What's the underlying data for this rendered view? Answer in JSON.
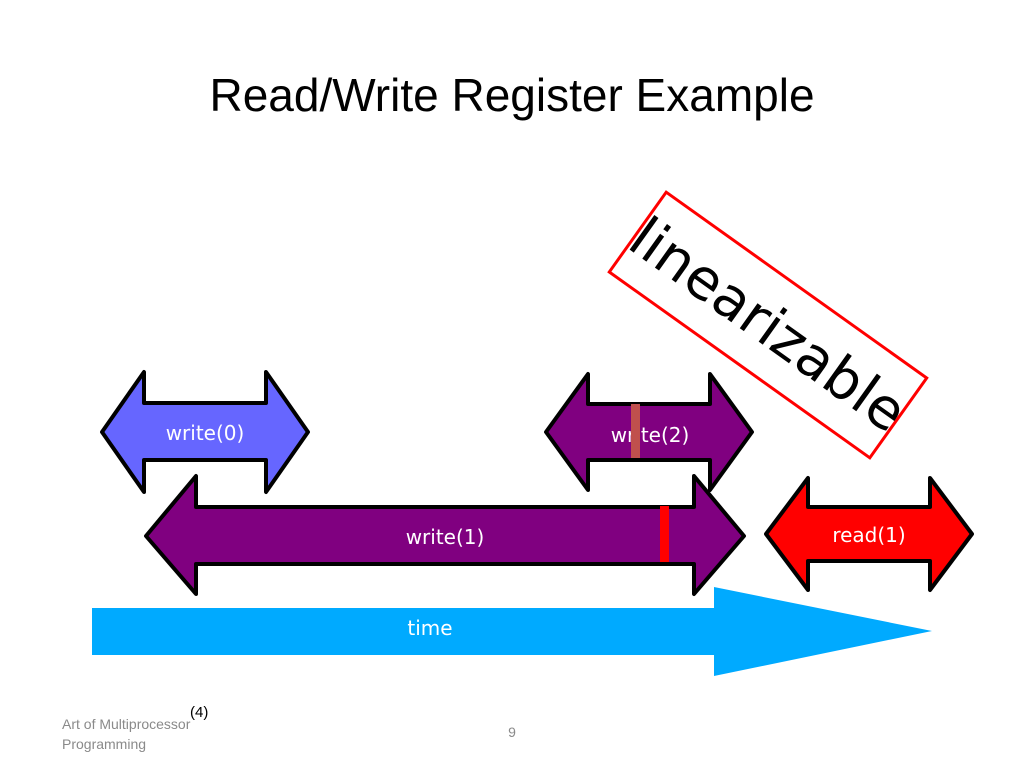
{
  "slide": {
    "title": "Read/Write Register Example",
    "stamp": "linearizable",
    "time_label": "time",
    "operations": {
      "write0": "write(0)",
      "write2": "write(2)",
      "write1": "write(1)",
      "read1": "read(1)"
    },
    "footer": {
      "text_line1": "Art of Multiprocessor",
      "text_line2": "Programming",
      "mark": "(4)",
      "page_number": "9"
    }
  },
  "colors": {
    "write0": "#6666ff",
    "write2": "#800080",
    "write1": "#800080",
    "read1": "#ff0000",
    "time_arrow": "#00aaff",
    "stamp_border": "#ff0000",
    "linearization_point_write2": "#c0504d",
    "linearization_point_write1": "#ff0000"
  }
}
